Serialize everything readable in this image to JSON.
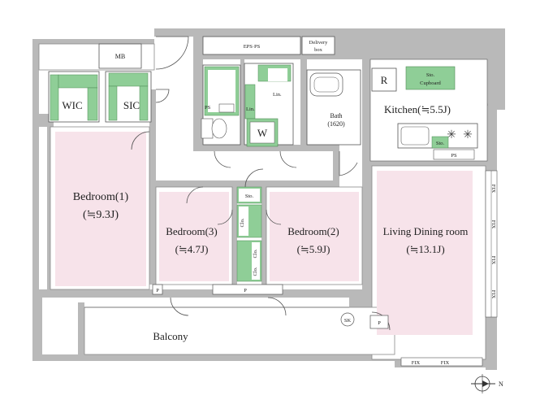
{
  "floorplan": {
    "labels": {
      "mb": "MB",
      "eps_ps": "EPS·PS",
      "delivery_box_line1": "Delivery",
      "delivery_box_line2": "box",
      "wic": "WIC",
      "sic": "SIC",
      "lin_top": "Lin.",
      "lin_side": "Lin.",
      "ps_toilet": "PS",
      "w": "W",
      "bath_line1": "Bath",
      "bath_line2": "(1620)",
      "r": "R",
      "sto_cupboard_line1": "Sto.",
      "sto_cupboard_line2": "Cupboard",
      "kitchen": "Kitchen(≒5.5J)",
      "sto_kitchen": "Sto.",
      "ps_kitchen": "PS",
      "sto_hall": "Sto.",
      "clo_1": "Clo.",
      "clo_2": "Clo.",
      "clo_3": "Clo.",
      "bedroom1_name": "Bedroom(1)",
      "bedroom1_size": "(≒9.3J)",
      "bedroom3_name": "Bedroom(3)",
      "bedroom3_size": "(≒4.7J)",
      "bedroom2_name": "Bedroom(2)",
      "bedroom2_size": "(≒5.9J)",
      "ldr_name": "Living Dining room",
      "ldr_size": "(≒13.1J)",
      "fix": "FIX",
      "p": "P",
      "sk": "SK",
      "balcony": "Balcony",
      "compass_n": "N"
    },
    "colors": {
      "wall": "#b9b9b9",
      "room_pink": "#f7e3ea",
      "storage_green": "#8fce97",
      "line": "#555555",
      "floor": "#ffffff"
    }
  }
}
